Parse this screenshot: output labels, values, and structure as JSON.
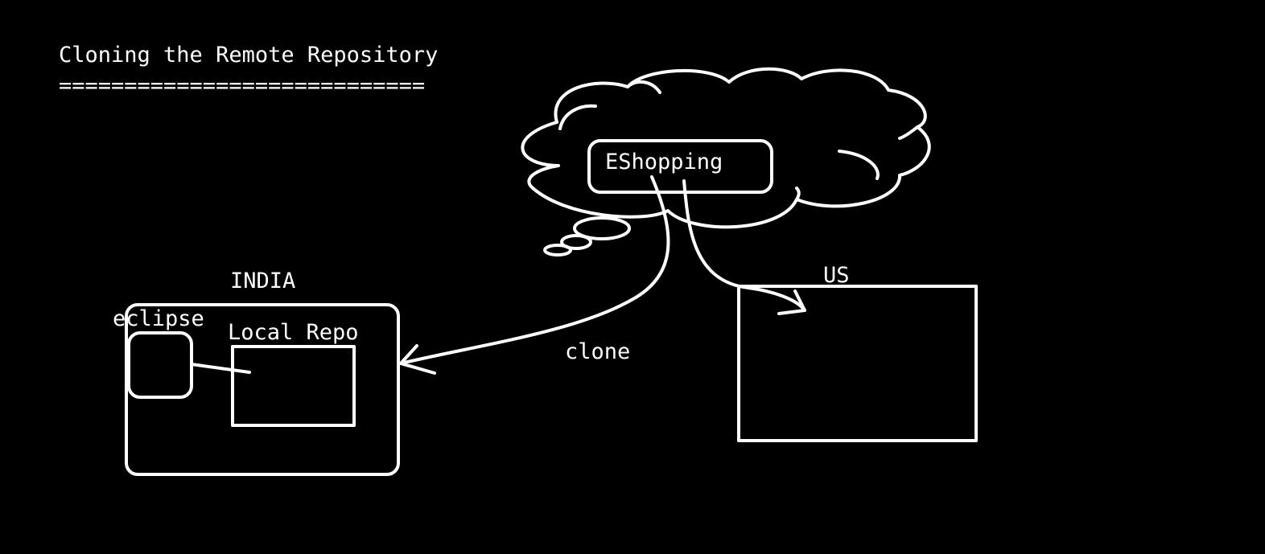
{
  "title": "Cloning the Remote Repository",
  "title_underline": "============================",
  "remote": {
    "repository_name": "EShopping"
  },
  "india": {
    "label": "INDIA",
    "ide_label": "eclipse",
    "local_repo_label": "Local Repo"
  },
  "us": {
    "label": "US"
  },
  "edge": {
    "clone_label": "clone"
  },
  "colors": {
    "background": "#000000",
    "foreground": "#ffffff"
  }
}
